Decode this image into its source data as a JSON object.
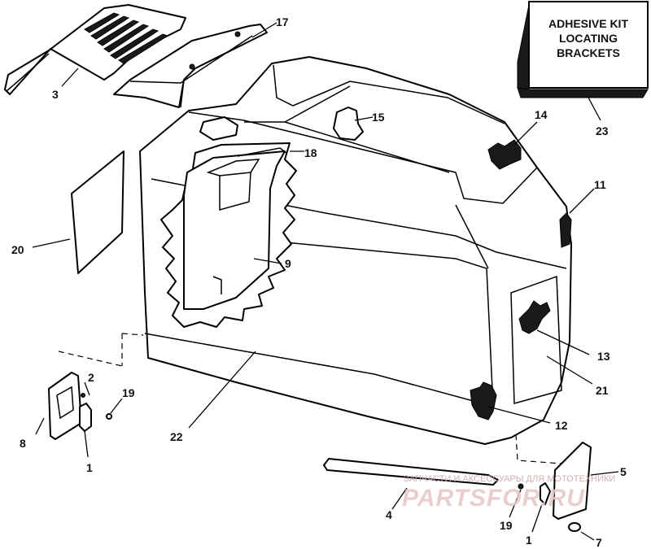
{
  "box_label": [
    "ADHESIVE KIT",
    "LOCATING",
    "BRACKETS"
  ],
  "callouts": {
    "c3": "3",
    "c17": "17",
    "c23": "23",
    "c15": "15",
    "c14": "14",
    "c18": "18",
    "c11": "11",
    "c20": "20",
    "c9": "9",
    "c13": "13",
    "c21": "21",
    "c2": "2",
    "c19a": "19",
    "c8": "8",
    "c22": "22",
    "c1a": "1",
    "c12": "12",
    "c5": "5",
    "c4": "4",
    "c19b": "19",
    "c1b": "1",
    "c7": "7"
  },
  "watermark": {
    "caption": "ЗАПЧАСТИ И АКСЕССУАРЫ ДЛЯ МОТОТЕХНИКИ",
    "logo": "PARTSFOR.RU"
  }
}
